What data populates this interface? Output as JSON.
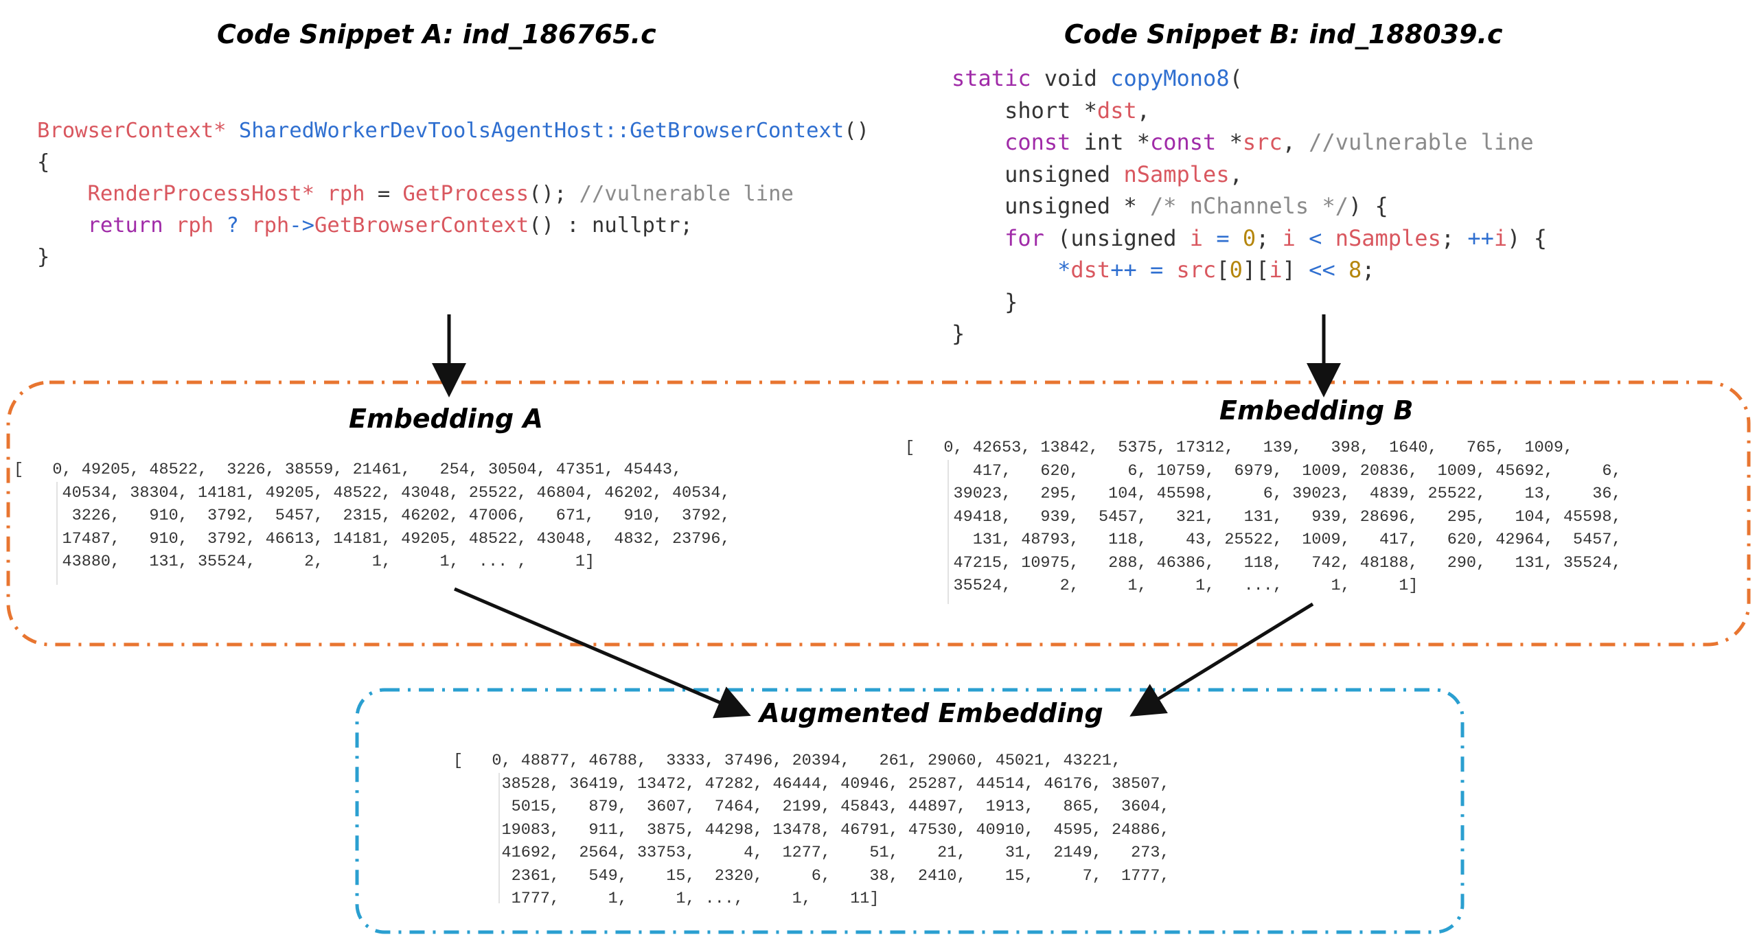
{
  "snippet_a": {
    "title": "Code Snippet A: ind_186765.c",
    "lines": [
      [
        {
          "t": "BrowserContext*",
          "c": "#d9575f"
        },
        {
          "t": " ",
          "c": "#333"
        },
        {
          "t": "SharedWorkerDevToolsAgentHost::GetBrowserContext",
          "c": "#2f6fd0"
        },
        {
          "t": "()",
          "c": "#333"
        }
      ],
      [
        {
          "t": "{",
          "c": "#333"
        }
      ],
      [
        {
          "t": "    ",
          "c": "#333"
        },
        {
          "t": "RenderProcessHost*",
          "c": "#d9575f"
        },
        {
          "t": " ",
          "c": "#333"
        },
        {
          "t": "rph",
          "c": "#d9575f"
        },
        {
          "t": " = ",
          "c": "#333"
        },
        {
          "t": "GetProcess",
          "c": "#d9575f"
        },
        {
          "t": "(); ",
          "c": "#333"
        },
        {
          "t": "//vulnerable line",
          "c": "#8a8a8a"
        }
      ],
      [
        {
          "t": "    ",
          "c": "#333"
        },
        {
          "t": "return",
          "c": "#a02ba8"
        },
        {
          "t": " ",
          "c": "#333"
        },
        {
          "t": "rph",
          "c": "#d9575f"
        },
        {
          "t": " ? ",
          "c": "#2f6fd0"
        },
        {
          "t": "rph",
          "c": "#d9575f"
        },
        {
          "t": "->",
          "c": "#2f6fd0"
        },
        {
          "t": "GetBrowserContext",
          "c": "#d9575f"
        },
        {
          "t": "() : nullptr;",
          "c": "#333"
        }
      ],
      [
        {
          "t": "}",
          "c": "#333"
        }
      ]
    ]
  },
  "snippet_b": {
    "title": "Code Snippet B: ind_188039.c",
    "lines": [
      [
        {
          "t": "static",
          "c": "#a02ba8"
        },
        {
          "t": " void ",
          "c": "#333"
        },
        {
          "t": "copyMono8",
          "c": "#2f6fd0"
        },
        {
          "t": "(",
          "c": "#333"
        }
      ],
      [
        {
          "t": "    short *",
          "c": "#333"
        },
        {
          "t": "dst",
          "c": "#d9575f"
        },
        {
          "t": ",",
          "c": "#333"
        }
      ],
      [
        {
          "t": "    ",
          "c": "#333"
        },
        {
          "t": "const",
          "c": "#a02ba8"
        },
        {
          "t": " int *",
          "c": "#333"
        },
        {
          "t": "const",
          "c": "#a02ba8"
        },
        {
          "t": " *",
          "c": "#333"
        },
        {
          "t": "src",
          "c": "#d9575f"
        },
        {
          "t": ", ",
          "c": "#333"
        },
        {
          "t": "//vulnerable line",
          "c": "#8a8a8a"
        }
      ],
      [
        {
          "t": "    unsigned ",
          "c": "#333"
        },
        {
          "t": "nSamples",
          "c": "#d9575f"
        },
        {
          "t": ",",
          "c": "#333"
        }
      ],
      [
        {
          "t": "    unsigned * ",
          "c": "#333"
        },
        {
          "t": "/* nChannels */",
          "c": "#8a8a8a"
        },
        {
          "t": ") {",
          "c": "#333"
        }
      ],
      [
        {
          "t": "    ",
          "c": "#333"
        },
        {
          "t": "for",
          "c": "#a02ba8"
        },
        {
          "t": " (unsigned ",
          "c": "#333"
        },
        {
          "t": "i",
          "c": "#d9575f"
        },
        {
          "t": " = ",
          "c": "#2f6fd0"
        },
        {
          "t": "0",
          "c": "#b5860d"
        },
        {
          "t": "; ",
          "c": "#333"
        },
        {
          "t": "i",
          "c": "#d9575f"
        },
        {
          "t": " < ",
          "c": "#2f6fd0"
        },
        {
          "t": "nSamples",
          "c": "#d9575f"
        },
        {
          "t": "; ",
          "c": "#333"
        },
        {
          "t": "++",
          "c": "#2f6fd0"
        },
        {
          "t": "i",
          "c": "#d9575f"
        },
        {
          "t": ") {",
          "c": "#333"
        }
      ],
      [
        {
          "t": "        ",
          "c": "#333"
        },
        {
          "t": "*",
          "c": "#2f6fd0"
        },
        {
          "t": "dst",
          "c": "#d9575f"
        },
        {
          "t": "++ = ",
          "c": "#2f6fd0"
        },
        {
          "t": "src",
          "c": "#d9575f"
        },
        {
          "t": "[",
          "c": "#333"
        },
        {
          "t": "0",
          "c": "#b5860d"
        },
        {
          "t": "][",
          "c": "#333"
        },
        {
          "t": "i",
          "c": "#d9575f"
        },
        {
          "t": "] ",
          "c": "#333"
        },
        {
          "t": "<<",
          "c": "#2f6fd0"
        },
        {
          "t": " ",
          "c": "#333"
        },
        {
          "t": "8",
          "c": "#b5860d"
        },
        {
          "t": ";",
          "c": "#333"
        }
      ],
      [
        {
          "t": "    }",
          "c": "#333"
        }
      ],
      [
        {
          "t": "}",
          "c": "#333"
        }
      ]
    ]
  },
  "embedding_a": {
    "title": "Embedding A",
    "text": "[   0, 49205, 48522,  3226, 38559, 21461,   254, 30504, 47351, 45443,\n     40534, 38304, 14181, 49205, 48522, 43048, 25522, 46804, 46202, 40534,\n      3226,   910,  3792,  5457,  2315, 46202, 47006,   671,   910,  3792,\n     17487,   910,  3792, 46613, 14181, 49205, 48522, 43048,  4832, 23796,\n     43880,   131, 35524,     2,     1,     1,  ... ,     1]"
  },
  "embedding_b": {
    "title": "Embedding B",
    "text": "[   0, 42653, 13842,  5375, 17312,   139,   398,  1640,   765,  1009,\n       417,   620,     6, 10759,  6979,  1009, 20836,  1009, 45692,     6,\n     39023,   295,   104, 45598,     6, 39023,  4839, 25522,    13,    36,\n     49418,   939,  5457,   321,   131,   939, 28696,   295,   104, 45598,\n       131, 48793,   118,    43, 25522,  1009,   417,   620, 42964,  5457,\n     47215, 10975,   288, 46386,   118,   742, 48188,   290,   131, 35524,\n     35524,     2,     1,     1,   ...,     1,     1]"
  },
  "augmented": {
    "title": "Augmented Embedding",
    "text": "[   0, 48877, 46788,  3333, 37496, 20394,   261, 29060, 45021, 43221,\n     38528, 36419, 13472, 47282, 46444, 40946, 25287, 44514, 46176, 38507,\n      5015,   879,  3607,  7464,  2199, 45843, 44897,  1913,   865,  3604,\n     19083,   911,  3875, 44298, 13478, 46791, 47530, 40910,  4595, 24886,\n     41692,  2564, 33753,     4,  1277,    51,    21,    31,  2149,   273,\n      2361,   549,    15,  2320,     6,    38,  2410,    15,     7,  1777,\n      1777,     1,     1, ...,     1,    11]"
  },
  "colors": {
    "orange_box": "#e87530",
    "blue_box": "#2a9fd0",
    "arrow": "#111111"
  }
}
